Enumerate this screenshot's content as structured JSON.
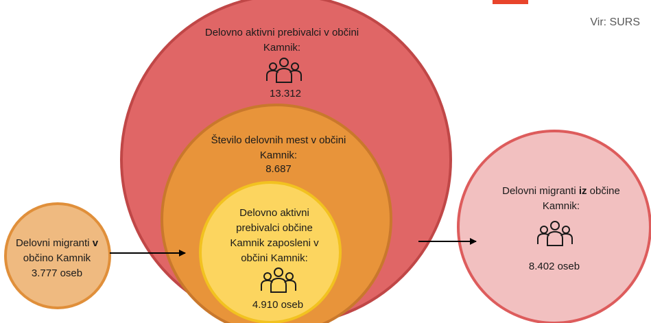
{
  "source": "Vir: SURS",
  "colors": {
    "outer_fill": "#e06666",
    "outer_stroke": "#c04747",
    "middle_fill": "#e8943a",
    "middle_stroke": "#c9782c",
    "inner_fill": "#fcd55f",
    "inner_stroke": "#f2c220",
    "left_fill": "#efba80",
    "left_stroke": "#e08f3a",
    "right_fill": "#f2c0c0",
    "right_stroke": "#dd5c5c",
    "brand_bar": "#e8442b"
  },
  "outer": {
    "title": "Delovno aktivni prebivalci v občini Kamnik:",
    "icon": "people-group-icon",
    "value": "13.312"
  },
  "middle": {
    "title": "Število delovnih mest v občini Kamnik:",
    "value": "8.687"
  },
  "inner": {
    "title": "Delovno aktivni prebivalci občine Kamnik zaposleni v občini Kamnik:",
    "icon": "people-group-icon",
    "value": "4.910 oseb"
  },
  "migrants_in": {
    "prefix": "Delovni migranti ",
    "bold": "v",
    "suffix": "občino Kamnik",
    "value": "3.777 oseb"
  },
  "migrants_out": {
    "prefix": "Delovni migranti ",
    "bold": "iz",
    "suffix": " občine",
    "suffix2": "Kamnik:",
    "icon": "people-group-icon",
    "value": "8.402 oseb"
  }
}
